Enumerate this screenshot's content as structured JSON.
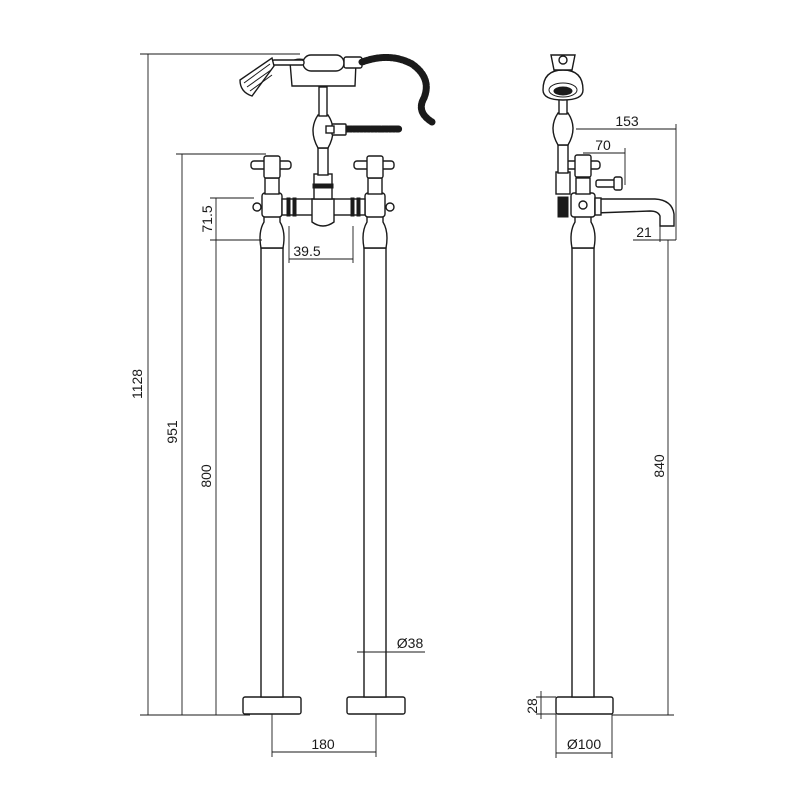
{
  "dimensions": {
    "overall_height": "1128",
    "handle_height": "951",
    "outlet_height": "800",
    "body_height": "71.5",
    "spout_offset": "39.5",
    "leg_diameter": "Ø38",
    "leg_spacing": "180",
    "side_depth": "153",
    "side_offset": "70",
    "spout_drop": "21",
    "side_height": "840",
    "base_height": "28",
    "base_diameter": "Ø100"
  }
}
